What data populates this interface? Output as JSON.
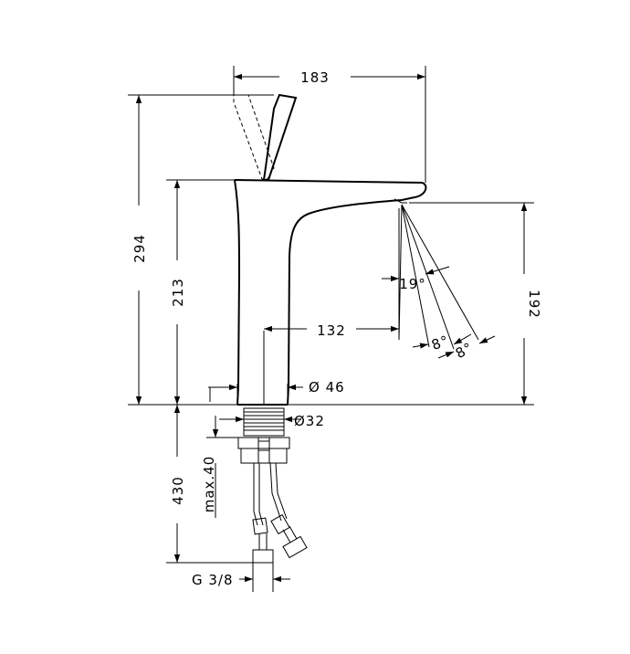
{
  "dimensions": {
    "width_top": "183",
    "height_total": "294",
    "height_body": "213",
    "height_spout": "192",
    "reach": "132",
    "angle_main": "19°",
    "angle_a": "8°",
    "angle_b": "8°",
    "base_diameter": "Ø 46",
    "shank_diameter": "Ø32",
    "hose_length": "430",
    "max_thickness": "max.40",
    "thread": "G 3/8"
  }
}
